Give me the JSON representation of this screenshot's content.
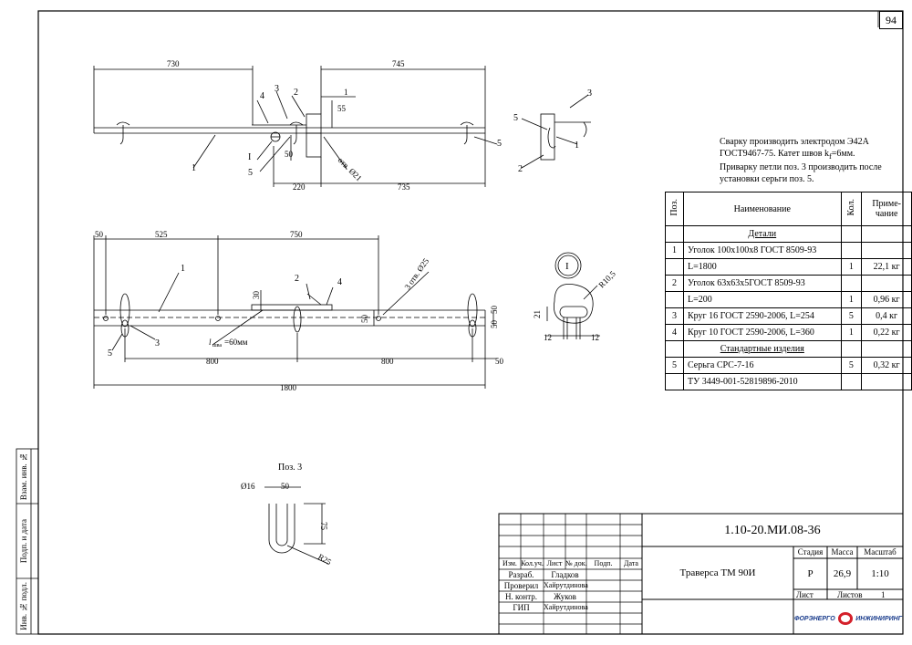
{
  "sheet_number": "94",
  "notes": [
    "Сварку производить электродом Э42А",
    "ГОСТ9467-75. Катет швов k",
    "=6мм.",
    "Приварку петли поз. 3 производить после",
    "установки серьги поз. 5."
  ],
  "notes_sub": "f",
  "spec": {
    "headers": {
      "pos": "Поз.",
      "name": "Наименование",
      "qty": "Кол.",
      "note": "Приме-чание"
    },
    "section_details": "Детали",
    "section_standard": "Стандартные изделия",
    "rows": [
      {
        "pos": "1",
        "name": "Уголок 100x100x8 ГОСТ 8509-93",
        "qty": "",
        "note": ""
      },
      {
        "pos": "",
        "name": "L=1800",
        "qty": "1",
        "note": "22,1 кг"
      },
      {
        "pos": "2",
        "name": "Уголок 63x63x5ГОСТ 8509-93",
        "qty": "",
        "note": ""
      },
      {
        "pos": "",
        "name": "L=200",
        "qty": "1",
        "note": "0,96 кг"
      },
      {
        "pos": "3",
        "name": "Круг 16 ГОСТ 2590-2006, L=254",
        "qty": "5",
        "note": "0,4 кг"
      },
      {
        "pos": "4",
        "name": "Круг 10 ГОСТ 2590-2006, L=360",
        "qty": "1",
        "note": "0,22 кг"
      }
    ],
    "standard_rows": [
      {
        "pos": "5",
        "name": "Серьга СРС-7-16",
        "qty": "5",
        "note": "0,32 кг"
      },
      {
        "pos": "",
        "name": "ТУ 3449-001-52819896-2010",
        "qty": "",
        "note": ""
      }
    ]
  },
  "drawing": {
    "top_dims": {
      "left": "730",
      "right": "745",
      "d1": "1",
      "d55": "55",
      "d50": "50",
      "d220": "220",
      "d735": "735",
      "hole": "отв. Ø21"
    },
    "top_labels": [
      "1",
      "2",
      "3",
      "4",
      "5",
      "I",
      "5",
      "5"
    ],
    "side_labels": [
      "1",
      "2",
      "3",
      "5"
    ],
    "plan_dims": {
      "d50a": "50",
      "d525": "525",
      "d750": "750",
      "holes": "3 отв. Ø25",
      "d30": "30",
      "d50b": "50",
      "d50c": "50",
      "d50d": "50",
      "d800a": "800",
      "d800b": "800",
      "d50e": "50",
      "d1800": "1800",
      "weld": "=60мм",
      "weld_sym": "l",
      "weld_sub": "шва"
    },
    "plan_labels": [
      "1",
      "2",
      "4",
      "5",
      "3"
    ],
    "detail_I": {
      "label": "I",
      "r": "R10,5",
      "d21": "21",
      "d12a": "12",
      "d12b": "12"
    },
    "pos3": {
      "title": "Поз. 3",
      "d16": "Ø16",
      "d50": "50",
      "d75": "75",
      "r25": "R25"
    }
  },
  "side_stamp": [
    "Взам. инв. №",
    "Подп. и дата",
    "Инв. № подл."
  ],
  "title_block": {
    "doc_code": "1.10-20.МИ.08-36",
    "name": "Траверса ТМ 90И",
    "cols": [
      "Изм.",
      "Кол.уч.",
      "Лист",
      "№ док.",
      "Подп.",
      "Дата"
    ],
    "roles": [
      {
        "role": "Разраб.",
        "person": "Гладков"
      },
      {
        "role": "Проверил",
        "person": "Хайрутдинова"
      },
      {
        "role": "Н. контр.",
        "person": "Жуков"
      },
      {
        "role": "ГИП",
        "person": "Хайрутдинова"
      }
    ],
    "stage_label": "Стадия",
    "stage": "Р",
    "mass_label": "Масса",
    "mass": "26,9",
    "scale_label": "Масштаб",
    "scale": "1:10",
    "sheet_label": "Лист",
    "sheets_label": "Листов",
    "sheets": "1",
    "logo_left": "ФОРЭНЕРГО",
    "logo_right": "ИНЖИНИРИНГ"
  }
}
